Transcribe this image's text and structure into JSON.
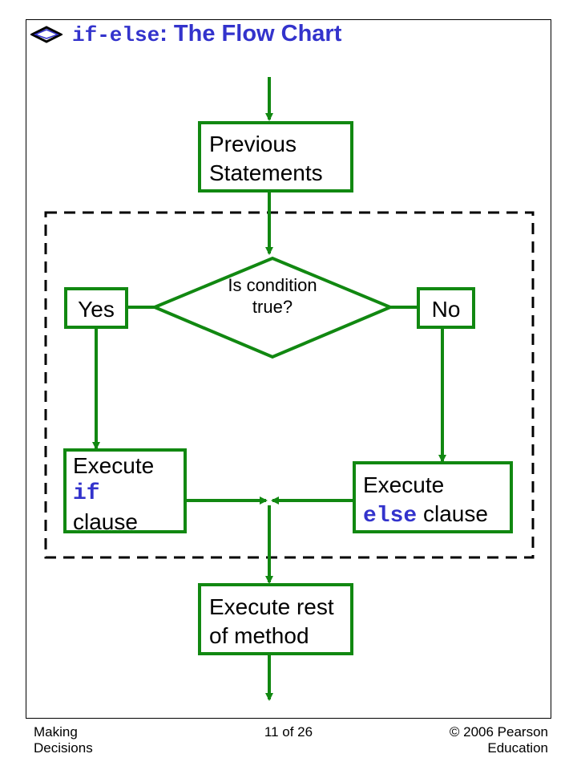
{
  "title": {
    "code": "if-else",
    "text": ": The Flow Chart"
  },
  "colors": {
    "title": "#3333cc",
    "flow": "#118811",
    "dashed_border": "#000000"
  },
  "nodes": {
    "previous": "Previous Statements",
    "decision": "Is condition true?",
    "yes": "Yes",
    "no": "No",
    "if_clause": {
      "prefix": "Execute",
      "code": "if",
      "suffix": "clause"
    },
    "else_clause": {
      "prefix": "Execute",
      "code": "else",
      "suffix": " clause"
    },
    "rest": "Execute rest of method"
  },
  "footer": {
    "left": "Making Decisions",
    "center": "11 of 26",
    "right": "© 2006 Pearson Education"
  }
}
